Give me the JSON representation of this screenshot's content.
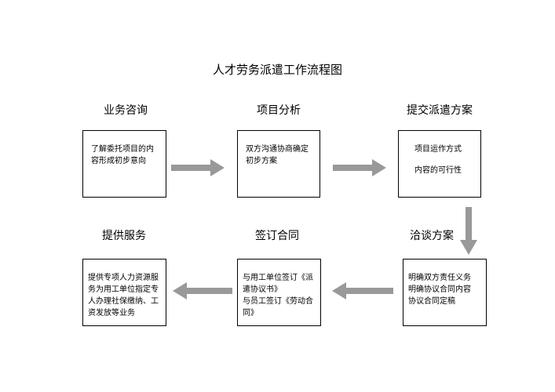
{
  "title": "人才劳务派遣工作流程图",
  "steps": [
    {
      "title": "业务咨询",
      "text_lines": [
        "了解委托项目的内",
        "容形成初步意向"
      ]
    },
    {
      "title": "项目分析",
      "text_lines": [
        "双方沟通协商确定",
        "初步方案"
      ]
    },
    {
      "title": "提交派遣方案",
      "text_lines": [
        "项目运作方式",
        "",
        "内容的可行性"
      ]
    },
    {
      "title": "洽谈方案",
      "text_lines": [
        "明确双方责任义务",
        "明确协议合同内容",
        "协议合同定稿"
      ]
    },
    {
      "title": "签订合同",
      "text_lines": [
        "与用工单位签订《派",
        "遣协议书》",
        "与员工签订《劳动合",
        "同》"
      ]
    },
    {
      "title": "提供服务",
      "text_lines": [
        "提供专项人力资源服",
        "务为用工单位指定专",
        "人办理社保缴纳、工",
        "资发放等业务"
      ]
    }
  ],
  "colors": {
    "arrow": "#999999",
    "border": "#000000"
  }
}
